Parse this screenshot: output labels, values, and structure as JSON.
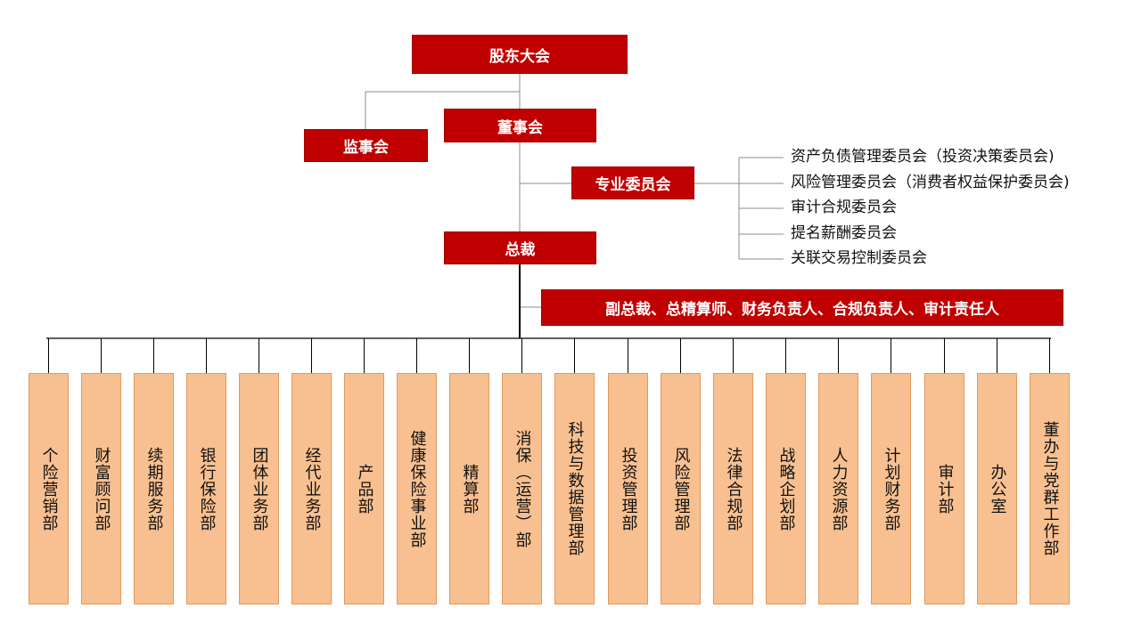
{
  "colors": {
    "red_box": "#c00000",
    "dept_fill": "#f8c090",
    "dept_border": "#e09a5c",
    "line": "#8c8c8c"
  },
  "top": {
    "shareholders": "股东大会",
    "board": "董事会",
    "supervisors": "监事会",
    "special_committees": "专业委员会",
    "president": "总裁",
    "senior_management": "副总裁、总精算师、财务负责人、合规负责人、审计责任人"
  },
  "committees": [
    "资产负债管理委员会（投资决策委员会)",
    "风险管理委员会（消费者权益保护委员会)",
    "审计合规委员会",
    "提名薪酬委员会",
    "关联交易控制委员会"
  ],
  "departments": [
    "个险营销部",
    "财富顾问部",
    "续期服务部",
    "银行保险部",
    "团体业务部",
    "经代业务部",
    "产品部",
    "健康保险事业部",
    "精算部",
    "消保（运营）部",
    "科技与数据管理部",
    "投资管理部",
    "风险管理部",
    "法律合规部",
    "战略企划部",
    "人力资源部",
    "计划财务部",
    "审计部",
    "办公室",
    "董办与党群工作部"
  ]
}
